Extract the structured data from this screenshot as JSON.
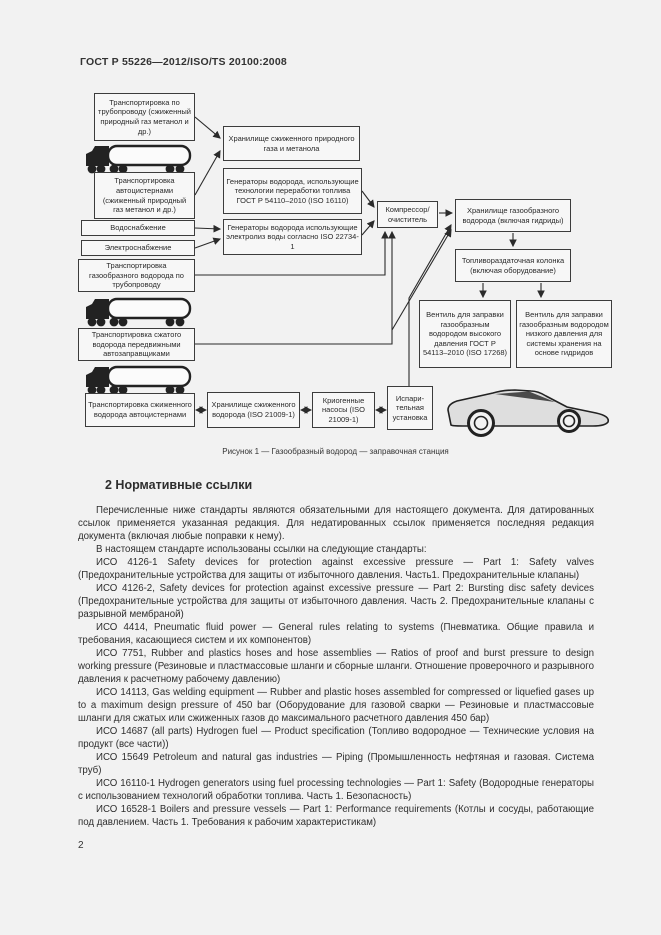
{
  "page": {
    "header": "ГОСТ Р 55226—2012/ISO/TS 20100:2008",
    "page_number": "2"
  },
  "colors": {
    "page_bg": "#f2f2f2",
    "box_fill": "#f7f7f7",
    "line": "#2b2b2b",
    "text": "#2b2b2b"
  },
  "figure": {
    "caption": "Рисунок 1 — Газообразный водород — заправочная станция",
    "nodes": {
      "transport_pipeline_lng": "Транспортировка по трубопроводу (сжиженный природный газ метанол и др.)",
      "transport_tankers_lng": "Транспортировка автоцистернами (сжиженный природный газ метанол и др.)",
      "water_supply": "Водоснабжение",
      "power_supply": "Электроснабжение",
      "transport_pipeline_gh2": "Транспортировка газообразного водорода по трубопроводу",
      "transport_mobile_ch2": "Транспортировка сжатого водорода передвижными автозаправщиками",
      "transport_tankers_lh2": "Транспортировка сжиженного водорода автоцистернами",
      "storage_lng": "Хранилище сжиженного природного газа и метанола",
      "generators_fuel_processing": "Генераторы водорода, использующие технологии переработки топлива ГОСТ Р 54110–2010 (ISO 16110)",
      "generators_electrolysis": "Генераторы водорода использующие электролиз воды согласно ISO 22734-1",
      "storage_lh2": "Хранилище сжижен­ного водорода (ISO 21009-1)",
      "cryo_pumps": "Криогенные насосы (ISO 21009-1)",
      "vaporizer": "Испари­тельная установка",
      "compressor": "Компрессор/ очиститель",
      "storage_gh2": "Хранилище газообразного водорода (включая гидриды)",
      "dispenser": "Топливораздаточная колонка (включая оборудование)",
      "valve_high_pressure": "Вентиль для заправки газообразным водородом высокого давления ГОСТ Р 54113–2010 (ISO 17268)",
      "valve_low_pressure": "Вентиль для заправки газообразным водородом низкого давления для системы хранения на основе гидридов"
    }
  },
  "section": {
    "heading": "2 Нормативные ссылки",
    "paragraphs": [
      "Перечисленные ниже стандарты являются обязательными для настоящего документа. Для датированных ссылок применяется указанная редакция. Для недатированных ссылок применяется последняя редакция документа (включая любые поправки к нему).",
      "В настоящем стандарте использованы ссылки на следующие стандарты:",
      "ИСО 4126-1 Safety devices for protection against excessive pressure — Part 1: Safety valves (Предохранительные устройства для защиты от избыточного давления. Часть1. Предохранительные клапаны)",
      "ИСО 4126-2, Safety devices for protection against excessive pressure — Part 2: Bursting disc safety devices (Предохранительные устройства для защиты от избыточного давления. Часть 2. Предохранительные клапаны с разрывной мембраной)",
      "ИСО 4414, Pneumatic fluid power — General rules relating to systems (Пневматика. Общие правила и требования, касающиеся систем и их компонентов)",
      "ИСО 7751, Rubber and plastics hoses and hose assemblies — Ratios of proof and burst pressure to design working pressure (Резиновые и пластмассовые шланги и сборные шланги. Отношение проверочного и разрывного давления к расчетному рабочему давлению)",
      "ИСО 14113, Gas welding equipment — Rubber and plastic hoses assembled for compressed or liquefied gases up to a maximum design pressure of 450 bar (Оборудование для газовой сварки — Резиновые и пластмассовые шланги для сжатых или сжиженных газов до максимального расчетного давления 450 бар)",
      "ИСО 14687 (all parts) Hydrogen fuel — Product specification (Топливо водородное — Технические условия на продукт (все части))",
      "ИСО 15649 Petroleum and natural gas industries — Piping (Промышленность нефтяная и газовая. Система труб)",
      "ИСО 16110-1 Hydrogen generators using fuel processing technologies — Part 1: Safety (Водородные генераторы с использованием технологий обработки топлива. Часть 1. Безопасность)",
      "ИСО 16528-1 Boilers and pressure vessels — Part 1: Performance requirements (Котлы и сосуды, работающие под давлением. Часть 1. Требования к рабочим характеристикам)"
    ]
  }
}
